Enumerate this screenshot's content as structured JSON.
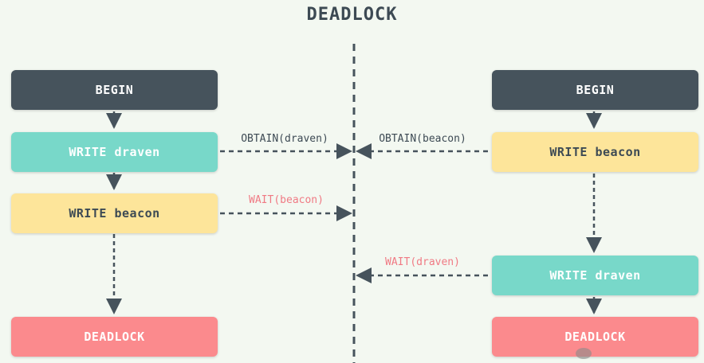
{
  "title": "DEADLOCK",
  "colors": {
    "dark": "#46535c",
    "teal": "#78d8c9",
    "yellow": "#fde59a",
    "red": "#fb8a8d",
    "line": "#46535c",
    "wait_text": "#f07a84"
  },
  "left": {
    "begin": "BEGIN",
    "write_first": "WRITE draven",
    "write_second": "WRITE beacon",
    "end": "DEADLOCK",
    "obtain_label": "OBTAIN(draven)",
    "wait_label": "WAIT(beacon)"
  },
  "right": {
    "begin": "BEGIN",
    "write_first": "WRITE beacon",
    "write_second": "WRITE draven",
    "end": "DEADLOCK",
    "obtain_label": "OBTAIN(beacon)",
    "wait_label": "WAIT(draven)"
  },
  "watermark": {
    "icon": "wechat-icon"
  }
}
